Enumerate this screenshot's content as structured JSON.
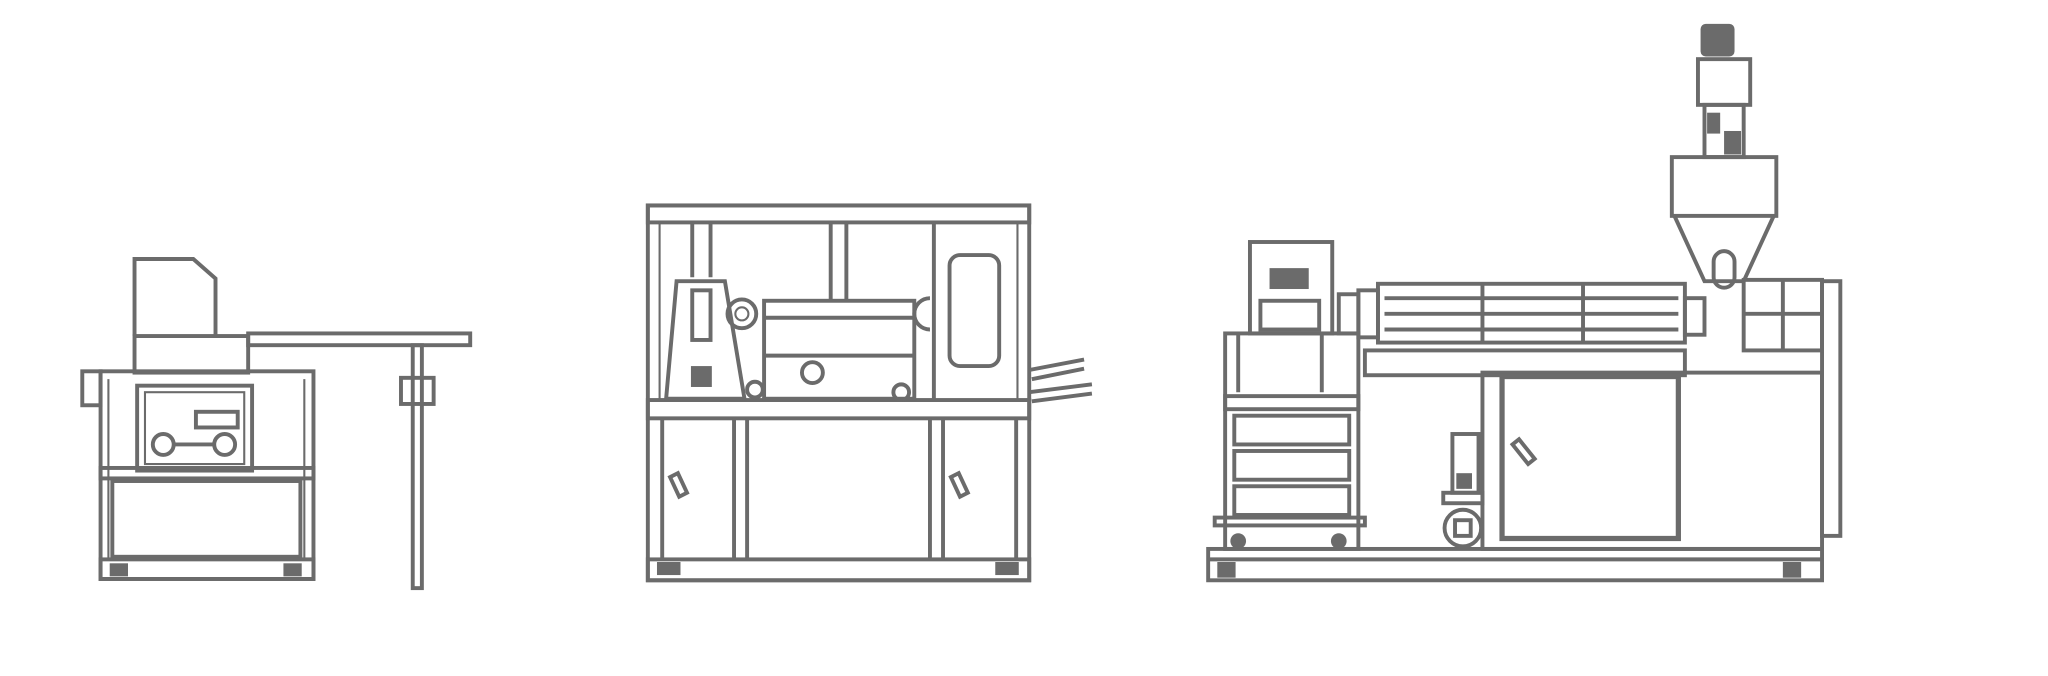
{
  "drawing": {
    "colors": {
      "line": "#6b6b6b",
      "background": "#ffffff"
    },
    "machines": [
      "granulator-with-conveyor",
      "enclosed-processing-machine",
      "extruder-line"
    ]
  }
}
